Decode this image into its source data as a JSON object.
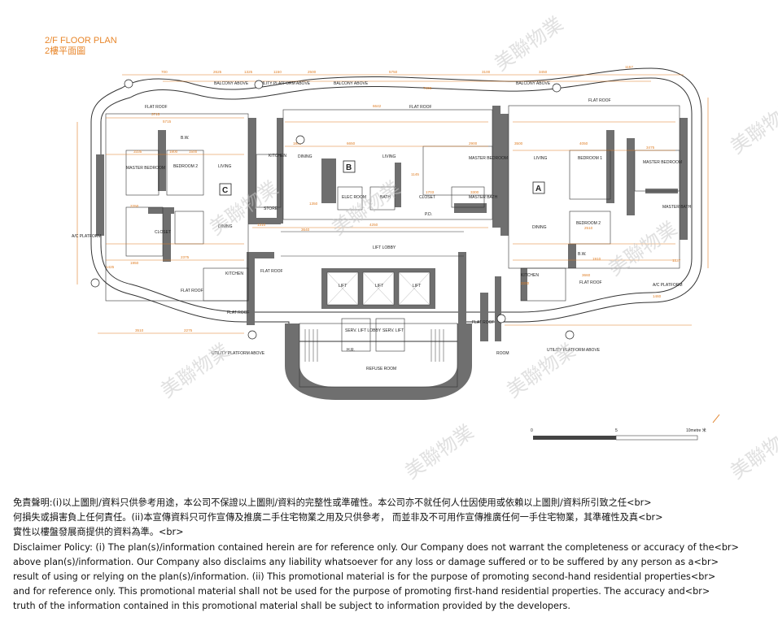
{
  "title": {
    "en": "2/F FLOOR PLAN",
    "zh": "2樓平面圖"
  },
  "watermark": {
    "text": "美聯物業"
  },
  "units": {
    "a": "A",
    "b": "B",
    "c": "C"
  },
  "rooms": {
    "flat_roof": "FLAT ROOF",
    "living": "LIVING",
    "dining": "DINING",
    "master_bedroom": "MASTER BEDROOM",
    "bedroom_1": "BEDROOM 1",
    "bedroom_2": "BEDROOM 2",
    "kitchen": "KITCHEN",
    "store": "STORE",
    "bath": "BATH",
    "master_bath": "MASTER BATH",
    "closet": "CLOSET",
    "lift_lobby": "LIFT LOBBY",
    "lift": "LIFT",
    "serv_lift_lobby": "SERV. LIFT LOBBY",
    "serv_lift": "SERV. LIFT",
    "refuse_room": "REFUSE ROOM",
    "elec_room": "ELEC ROOM",
    "room": "ROOM",
    "ac_platform": "A/C PLATFORM",
    "balcony_above": "BALCONY ABOVE",
    "utility_platform_above": "UTILITY PLATFORM ABOVE",
    "bw": "B.W.",
    "hr": "H.R.",
    "pd": "P.D."
  },
  "dimensions": [
    "700",
    "2625",
    "1325",
    "1150",
    "2500",
    "5750",
    "3100",
    "3450",
    "1157",
    "6642",
    "7498",
    "3715",
    "5715",
    "1850",
    "6650",
    "2900",
    "3475",
    "3335",
    "1800",
    "1500",
    "1145",
    "1703",
    "3300",
    "2250",
    "4250",
    "1310",
    "3640",
    "1350",
    "1910",
    "2510",
    "2375",
    "3510",
    "2275",
    "1950",
    "1425",
    "3660",
    "2200",
    "1460",
    "1337",
    "4050",
    "3500"
  ],
  "scale": {
    "ticks": [
      "0",
      "5",
      "10metre 米"
    ],
    "colors": {
      "dark": "#444444",
      "light": "#ffffff"
    }
  },
  "colors": {
    "wall": "#6f6f6f",
    "orange_dim": "#e07f26",
    "line": "#333333"
  },
  "disclaimer": {
    "lines": [
      "免責聲明:(i)以上圖則/資料只供參考用途，本公司不保證以上圖則/資料的完整性或準確性。本公司亦不就任何人仕因使用或依賴以上圖則/資料所引致之任<br>",
      "何損失或損害負上任何責任。(ii)本宣傳資料只可作宣傳及推廣二手住宅物業之用及只供參考， 而並非及不可用作宣傳推廣任何一手住宅物業，其準確性及真<br>",
      "實性以樓盤發展商提供的資料為準。<br>",
      "Disclaimer Policy: (i) The plan(s)/information contained herein are for reference only. Our Company does not warrant the completeness or accuracy of the<br>",
      "above plan(s)/information. Our Company also disclaims any liability whatsoever for any loss or damage suffered or to be suffered by any person as a<br>",
      "result of using or relying on the plan(s)/information. (ii) This promotional material is for the purpose of promoting second-hand residential properties<br>",
      "and for reference only. This promotional material shall not be used for the purpose of promoting first-hand residential properties. The accuracy and<br>",
      "truth of the information contained in this promotional material shall be subject to information provided by the developers."
    ]
  }
}
